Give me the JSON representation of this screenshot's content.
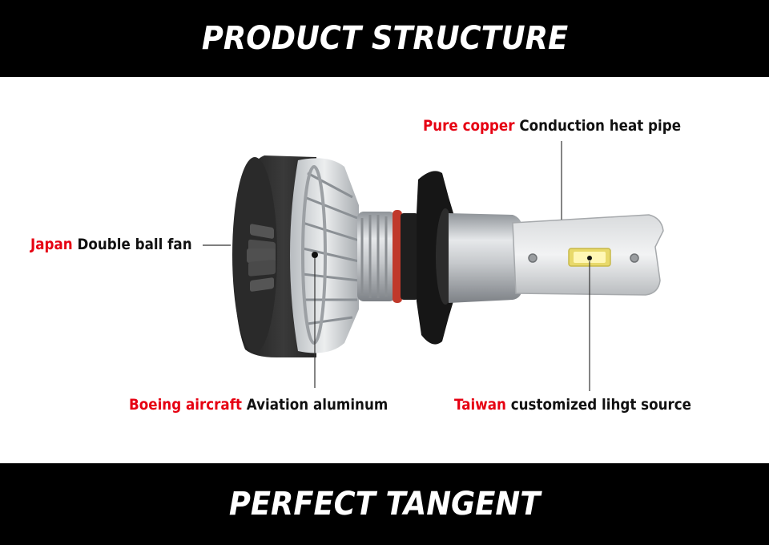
{
  "header": {
    "title": "PRODUCT STRUCTURE"
  },
  "footer": {
    "title": "PERFECT TANGENT"
  },
  "callouts": {
    "heat_pipe": {
      "highlight": "Pure copper",
      "text": "Conduction heat pipe"
    },
    "fan": {
      "highlight": "Japan",
      "text": "Double ball fan"
    },
    "body": {
      "highlight": "Boeing aircraft",
      "text": "Aviation aluminum"
    },
    "light": {
      "highlight": "Taiwan",
      "text": "customized lihgt source"
    }
  },
  "colors": {
    "accent": "#e60012",
    "banner": "#000000",
    "text": "#111111"
  }
}
